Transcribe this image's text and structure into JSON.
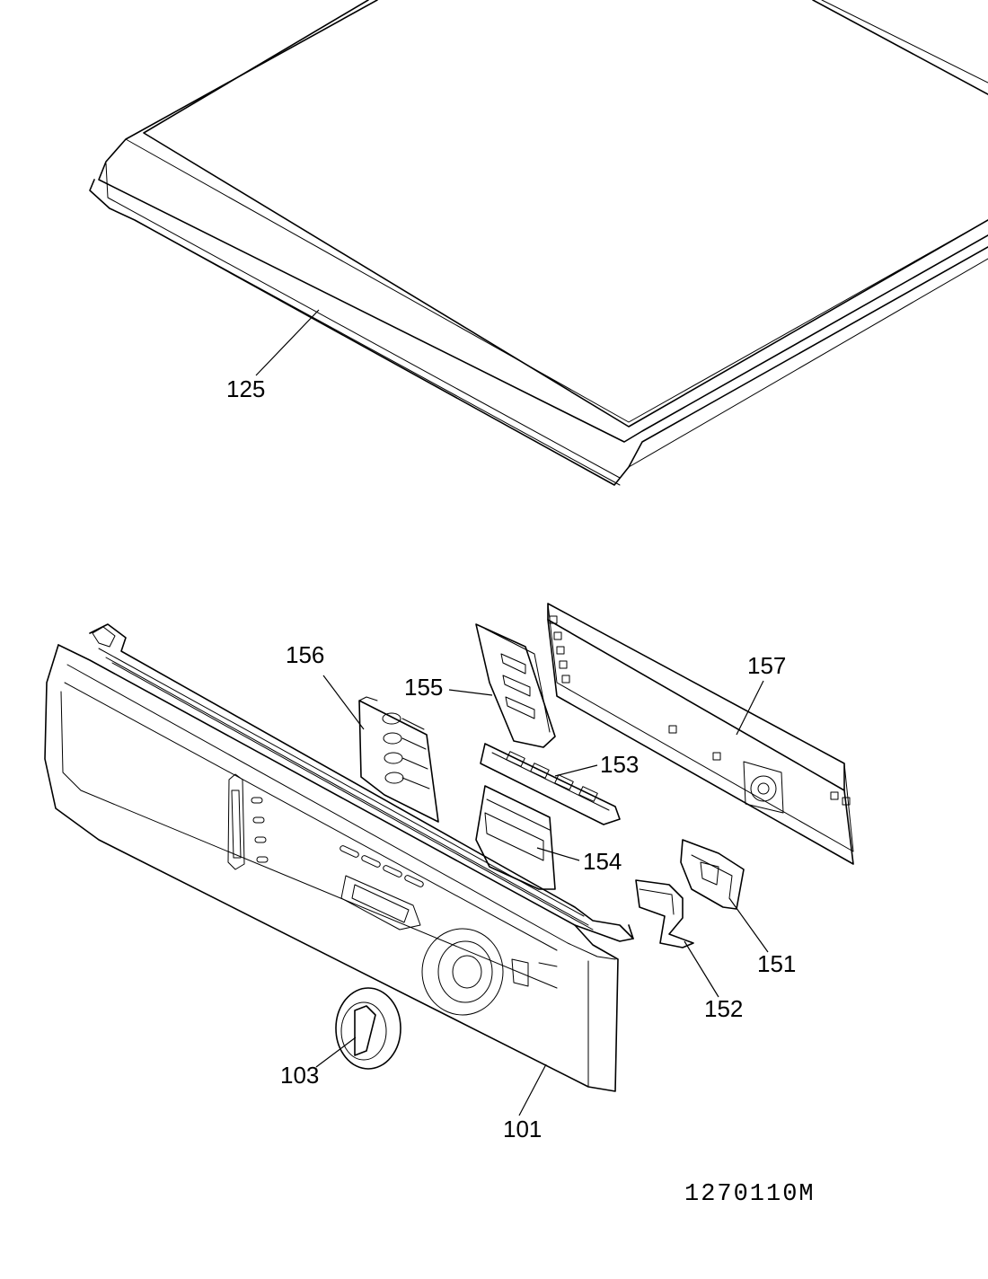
{
  "callouts": {
    "p125": "125",
    "p156": "156",
    "p155": "155",
    "p157": "157",
    "p153": "153",
    "p154": "154",
    "p151": "151",
    "p152": "152",
    "p103": "103",
    "p101": "101"
  },
  "drawing_code": "1270110M"
}
